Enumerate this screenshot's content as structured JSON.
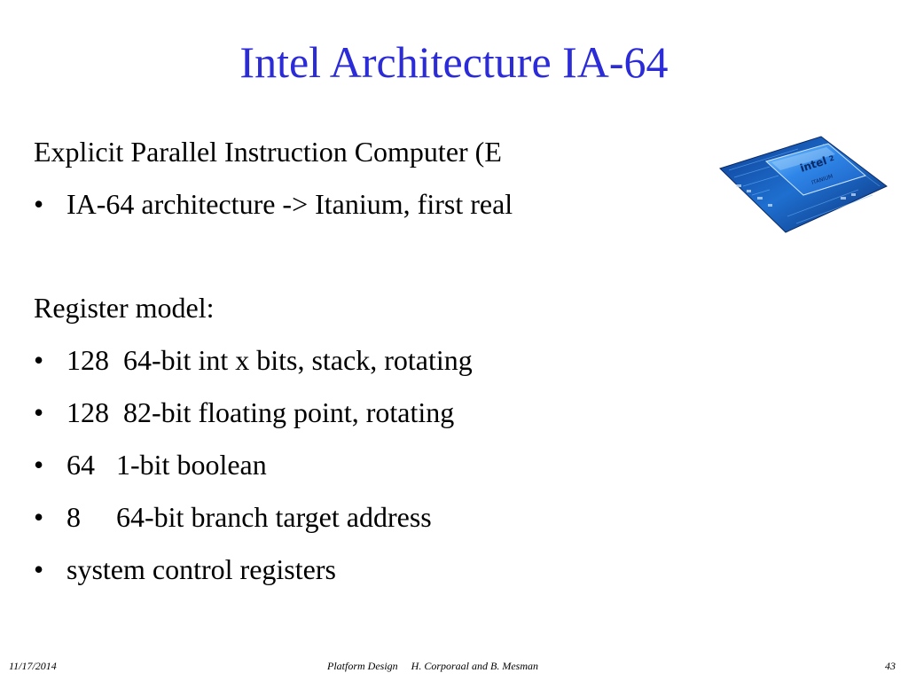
{
  "slide": {
    "title": "Intel Architecture IA-64",
    "lines": [
      {
        "bullet": "",
        "text": "Explicit Parallel Instruction Computer (E"
      },
      {
        "bullet": "•",
        "text": "IA-64 architecture -> Itanium, first real"
      },
      {
        "gap": true
      },
      {
        "bullet": "",
        "text": "Register model:"
      },
      {
        "bullet": "•",
        "text": "128  64-bit int x bits, stack, rotating"
      },
      {
        "bullet": "•",
        "text": "128  82-bit floating point, rotating"
      },
      {
        "bullet": "•",
        "text": "64   1-bit boolean"
      },
      {
        "bullet": "•",
        "text": "8     64-bit branch target address"
      },
      {
        "bullet": "•",
        "text": "system control registers"
      }
    ],
    "chip": {
      "brand": "intel",
      "superscript": "2",
      "model": "ITANIUM"
    }
  },
  "footer": {
    "date": "11/17/2014",
    "course": "Platform Design",
    "authors": "H. Corporaal and B. Mesman",
    "page": "43"
  },
  "colors": {
    "title": "#2B2BD8",
    "chip_board": "#1E6FD0",
    "chip_die": "#2F86E8"
  }
}
